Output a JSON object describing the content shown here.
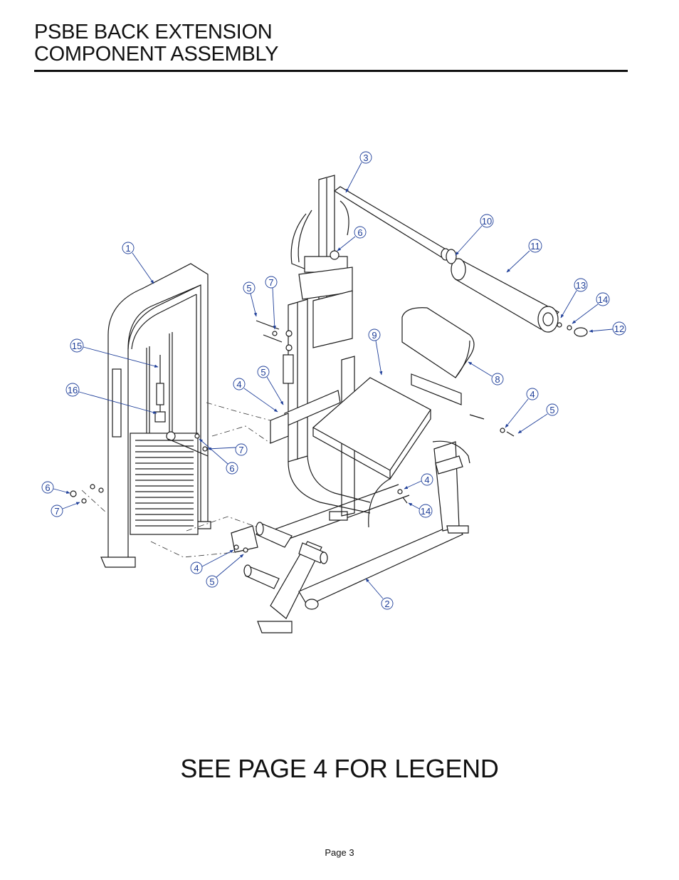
{
  "header": {
    "title_line1": "PSBE BACK EXTENSION",
    "title_line2": "COMPONENT ASSEMBLY"
  },
  "footer": {
    "note": "SEE PAGE 4 FOR LEGEND",
    "page_label": "Page 3"
  },
  "colors": {
    "callout": "#1f3f99",
    "line": "#1a1a1a"
  },
  "callouts": [
    "1",
    "2",
    "3",
    "4",
    "4",
    "4",
    "4",
    "5",
    "5",
    "5",
    "5",
    "6",
    "6",
    "6",
    "7",
    "7",
    "7",
    "8",
    "9",
    "10",
    "11",
    "12",
    "13",
    "14",
    "14",
    "15",
    "16"
  ]
}
